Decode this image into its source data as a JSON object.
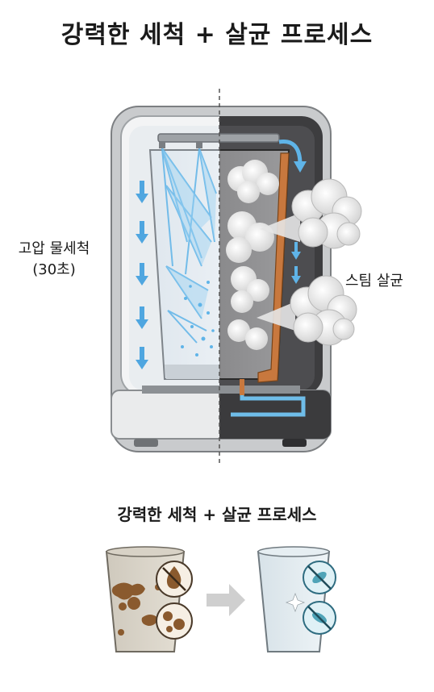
{
  "title": "강력한 세척 + 살균 프로세스",
  "labels": {
    "left_line1": "고압 물세척",
    "left_line2": "(30초)",
    "right": "스팀 살균"
  },
  "subtitle": "강력한 세척 + 살균 프로세스",
  "colors": {
    "water": "#5fb4e8",
    "dark_panel": "#4a4a4c",
    "steam": "#eeeeee",
    "heater": "#c8783e",
    "stain": "#8a5a2e"
  }
}
